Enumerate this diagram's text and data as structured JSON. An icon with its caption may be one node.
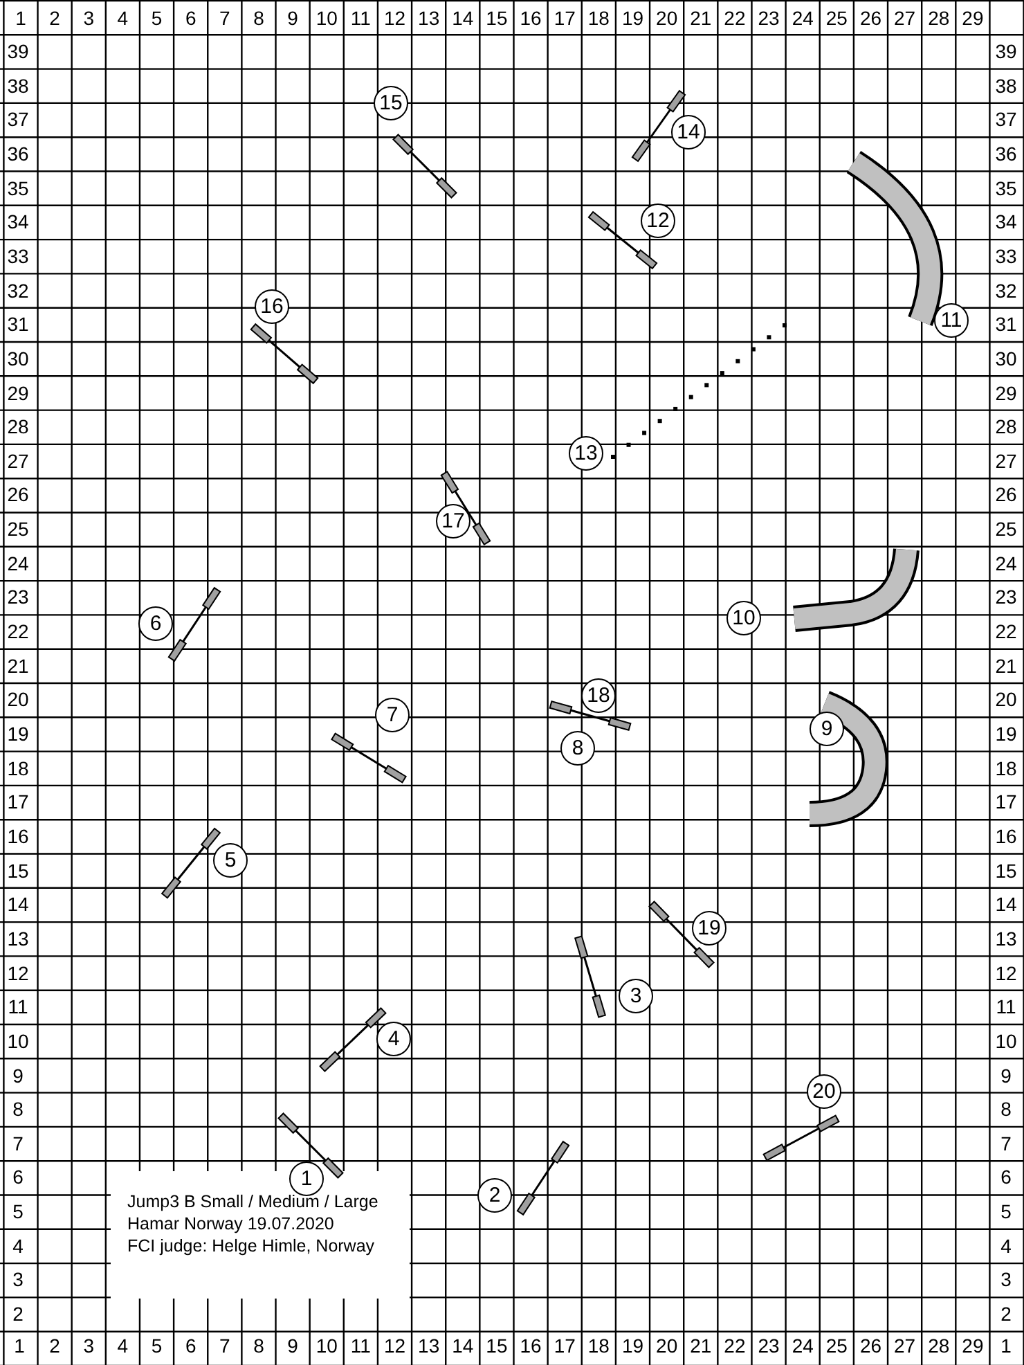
{
  "diagram": {
    "nodes": [
      {
        "text": [
          "1"
        ]
      },
      {
        "text": [
          "2"
        ]
      },
      {
        "text": [
          "3"
        ]
      },
      {
        "text": [
          "4"
        ]
      },
      {
        "text": [
          "5"
        ]
      },
      {
        "text": [
          "6"
        ]
      },
      {
        "text": [
          "7"
        ]
      },
      {
        "text": [
          "8"
        ]
      },
      {
        "text": [
          "9"
        ]
      },
      {
        "text": [
          "10"
        ]
      },
      {
        "text": [
          "11"
        ]
      },
      {
        "text": [
          "12"
        ]
      },
      {
        "text": [
          "13"
        ]
      },
      {
        "text": [
          "14"
        ]
      },
      {
        "text": [
          "15"
        ]
      },
      {
        "text": [
          "16"
        ]
      },
      {
        "text": [
          "17"
        ]
      },
      {
        "text": [
          "18"
        ]
      },
      {
        "text": [
          "19"
        ]
      },
      {
        "text": [
          "20"
        ]
      }
    ],
    "labels": [
      "1",
      "2",
      "3",
      "4",
      "5",
      "6",
      "7",
      "8",
      "9",
      "10",
      "11",
      "12",
      "13",
      "14",
      "15",
      "16",
      "17",
      "18",
      "19",
      "20",
      "21",
      "22",
      "23",
      "24",
      "25",
      "26",
      "27",
      "28",
      "29",
      "39",
      "39",
      "38",
      "38",
      "37",
      "37",
      "36",
      "36",
      "35",
      "35",
      "34",
      "34",
      "33",
      "33",
      "32",
      "32",
      "31",
      "31",
      "30",
      "30",
      "29",
      "29",
      "28",
      "28",
      "27",
      "27",
      "26",
      "26",
      "25",
      "25",
      "24",
      "24",
      "23",
      "23",
      "22",
      "22",
      "21",
      "21",
      "20",
      "20",
      "19",
      "19",
      "18",
      "18",
      "17",
      "17",
      "16",
      "16",
      "15",
      "15",
      "14",
      "14",
      "13",
      "13",
      "12",
      "12",
      "11",
      "11",
      "10",
      "10",
      "9",
      "9",
      "8",
      "8",
      "7",
      "7",
      "6",
      "6",
      "5",
      "5",
      "4",
      "4",
      "3",
      "3",
      "2",
      "2",
      "1",
      "2",
      "3",
      "4",
      "5",
      "6",
      "7",
      "8",
      "9",
      "10",
      "11",
      "12",
      "13",
      "14",
      "15",
      "16",
      "17",
      "18",
      "19",
      "20",
      "21",
      "22",
      "23",
      "24",
      "25",
      "26",
      "27",
      "28",
      "29",
      "1",
      "Jump3 B Small / Medium / Large",
      "Hamar Norway 19.07.2020",
      "FCI judge: Helge Himle, Norway"
    ]
  }
}
